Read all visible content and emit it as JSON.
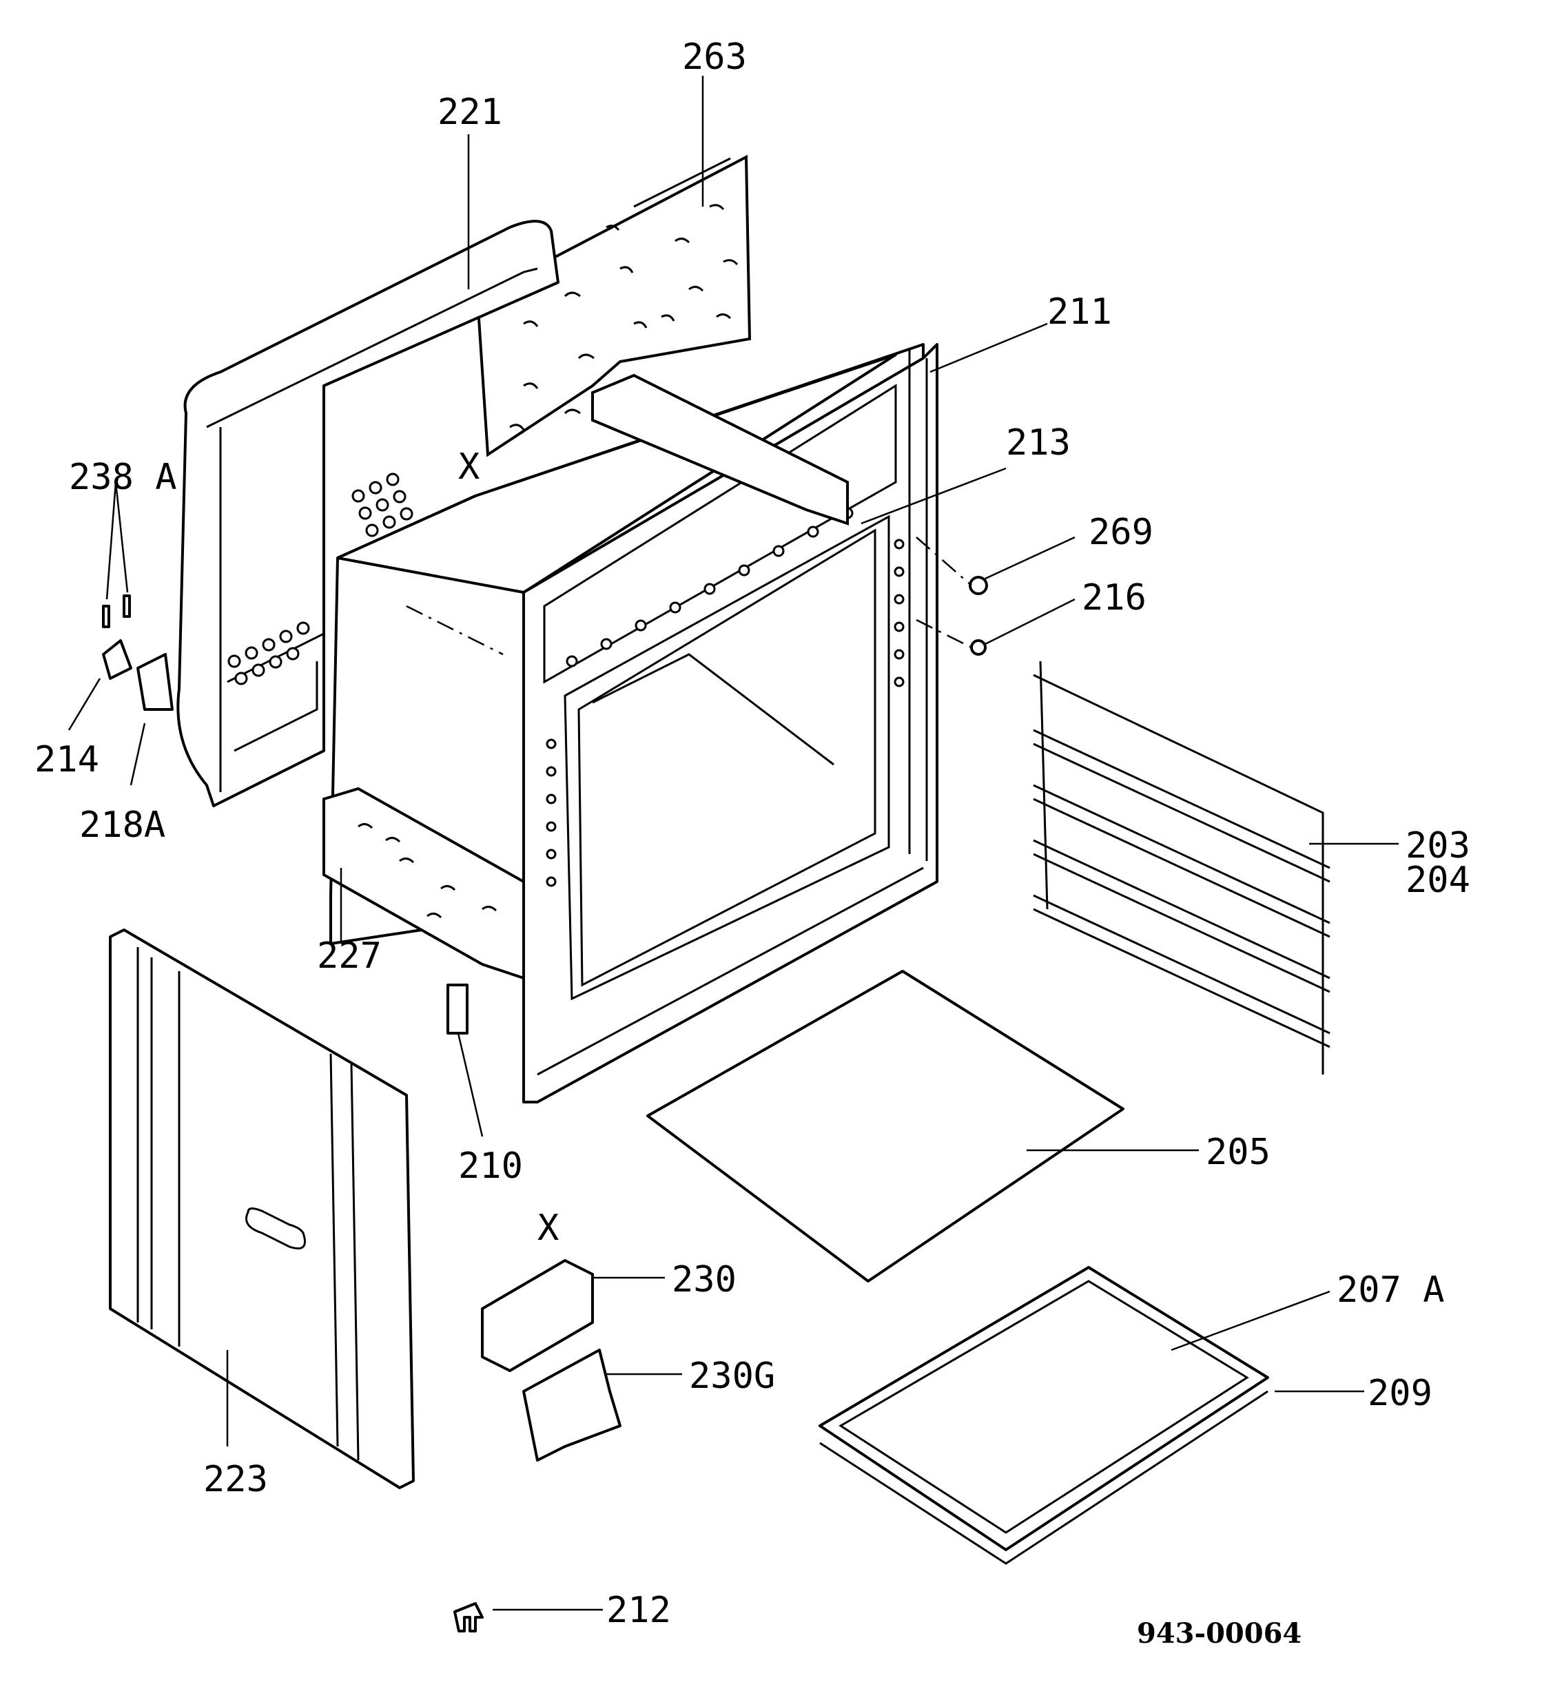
{
  "labels": {
    "p263": "263",
    "p221": "221",
    "p211": "211",
    "p213": "213",
    "p238a": "238 A",
    "p269": "269",
    "p216": "216",
    "p214": "214",
    "p218a": "218A",
    "p203": "203",
    "p204": "204",
    "p227": "227",
    "p210": "210",
    "p205": "205",
    "p223": "223",
    "p230": "230",
    "p230g": "230G",
    "p207a": "207 A",
    "p209": "209",
    "p212": "212",
    "x_top": "X",
    "x_bottom": "X"
  },
  "reference": "943-00064"
}
